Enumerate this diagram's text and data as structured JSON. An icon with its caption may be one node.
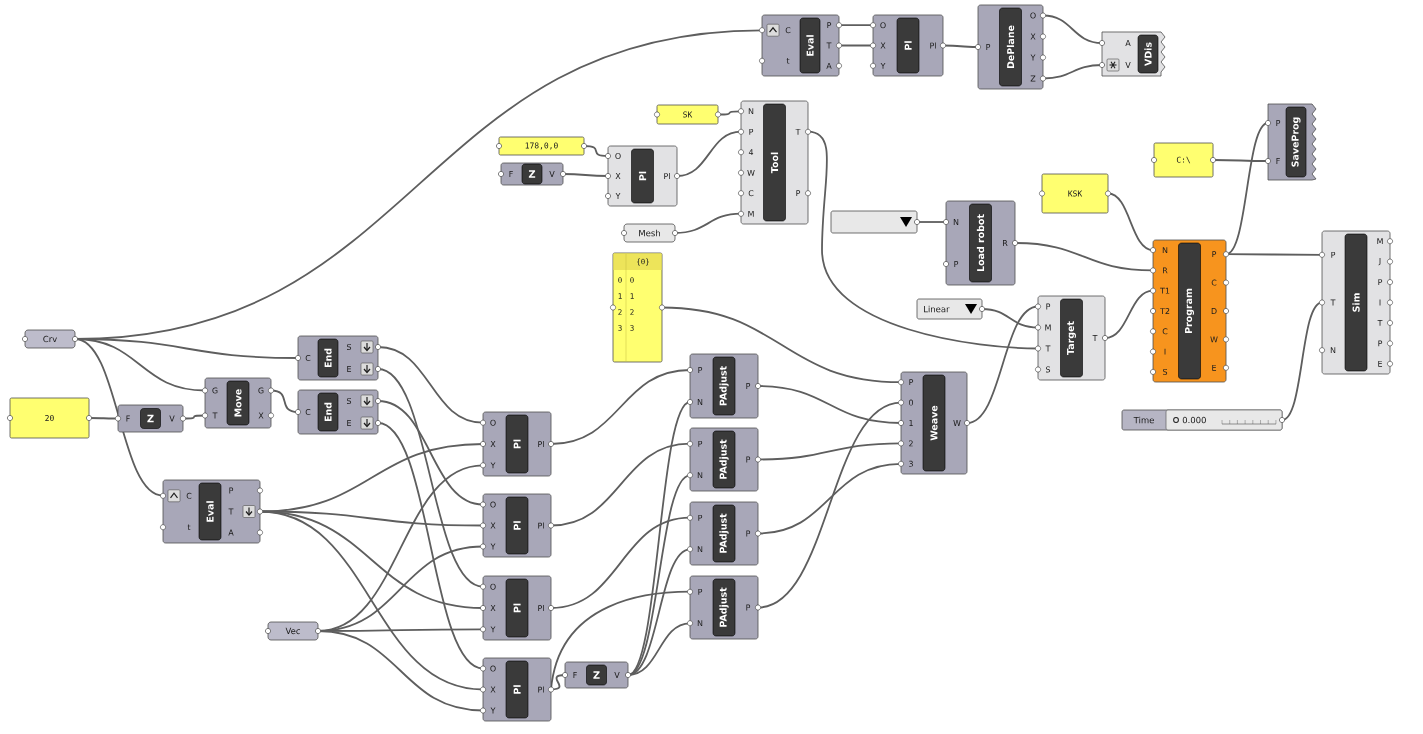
{
  "diagram": {
    "nodes": [
      {
        "text": [
          "Crv"
        ]
      },
      {
        "text": [
          "20"
        ]
      },
      {
        "text": [
          "F",
          "Z",
          "V"
        ]
      },
      {
        "text": [
          "Move",
          "G",
          "T",
          "G",
          "X"
        ]
      },
      {
        "text": [
          "End",
          "C",
          "S",
          "E"
        ]
      },
      {
        "text": [
          "End",
          "C",
          "S",
          "E"
        ]
      },
      {
        "text": [
          "Eval",
          "C",
          "t",
          "P",
          "T",
          "A"
        ]
      },
      {
        "text": [
          "Vec"
        ]
      },
      {
        "text": [
          "Pl",
          "O",
          "X",
          "Y",
          "Pl"
        ]
      },
      {
        "text": [
          "Pl",
          "O",
          "X",
          "Y",
          "Pl"
        ]
      },
      {
        "text": [
          "Pl",
          "O",
          "X",
          "Y",
          "Pl"
        ]
      },
      {
        "text": [
          "Pl",
          "O",
          "X",
          "Y",
          "Pl"
        ]
      },
      {
        "text": [
          "F",
          "Z",
          "V"
        ]
      },
      {
        "text": [
          "PAdjust",
          "P",
          "N",
          "P"
        ]
      },
      {
        "text": [
          "PAdjust",
          "P",
          "N",
          "P"
        ]
      },
      {
        "text": [
          "PAdjust",
          "P",
          "N",
          "P"
        ]
      },
      {
        "text": [
          "PAdjust",
          "P",
          "N",
          "P"
        ]
      },
      {
        "text": [
          "Weave",
          "P",
          "0",
          "1",
          "2",
          "3",
          "W"
        ]
      },
      {
        "text": [
          "{0}",
          "0",
          "0",
          "1",
          "1",
          "2",
          "2",
          "3",
          "3"
        ]
      },
      {
        "text": [
          "Eval",
          "C",
          "t",
          "P",
          "T",
          "A"
        ]
      },
      {
        "text": [
          "Pl",
          "O",
          "X",
          "Y",
          "Pl"
        ]
      },
      {
        "text": [
          "DePlane",
          "P",
          "O",
          "X",
          "Y",
          "Z"
        ]
      },
      {
        "text": [
          "VDis",
          "A",
          "V"
        ]
      },
      {
        "text": [
          "SK"
        ]
      },
      {
        "text": [
          "178,0,0"
        ]
      },
      {
        "text": [
          "F",
          "Z",
          "V"
        ]
      },
      {
        "text": [
          "Pl",
          "O",
          "X",
          "Y",
          "Pl"
        ]
      },
      {
        "text": [
          "Tool",
          "N",
          "P",
          "4",
          "W",
          "C",
          "M",
          "T",
          "P"
        ]
      },
      {
        "text": [
          "Mesh"
        ]
      },
      {
        "text": [],
        "shape": "box"
      },
      {
        "text": [
          "Load robot",
          "N",
          "P",
          "R"
        ]
      },
      {
        "text": [
          "Linear"
        ]
      },
      {
        "text": [
          "Target",
          "P",
          "M",
          "T",
          "S",
          "T"
        ]
      },
      {
        "text": [
          "KSK"
        ]
      },
      {
        "text": [
          "C:\\"
        ]
      },
      {
        "text": [
          "SaveProg",
          "P",
          "F"
        ]
      },
      {
        "text": [
          "Program",
          "N",
          "R",
          "T1",
          "T2",
          "C",
          "I",
          "S",
          "P",
          "C",
          "D",
          "W",
          "E"
        ]
      },
      {
        "text": [
          "Sim",
          "P",
          "T",
          "N",
          "M",
          "J",
          "P",
          "I",
          "T",
          "P",
          "E"
        ]
      },
      {
        "text": [
          "Time",
          "0.000"
        ]
      }
    ],
    "edges": [
      {
        "from": 0,
        "to": 19,
        "arrow": "none"
      },
      {
        "from": 0,
        "to": 4,
        "arrow": "none"
      },
      {
        "from": 0,
        "to": 3,
        "arrow": "none"
      },
      {
        "from": 0,
        "to": 6,
        "arrow": "none"
      },
      {
        "from": 1,
        "to": 2,
        "arrow": "none"
      },
      {
        "from": 2,
        "to": 3,
        "arrow": "none"
      },
      {
        "from": 3,
        "to": 5,
        "arrow": "none"
      },
      {
        "from": 4,
        "to": 8,
        "arrow": "none"
      },
      {
        "from": 4,
        "to": 10,
        "arrow": "none"
      },
      {
        "from": 5,
        "to": 9,
        "arrow": "none"
      },
      {
        "from": 5,
        "to": 11,
        "arrow": "none"
      },
      {
        "from": 6,
        "to": 8,
        "arrow": "none"
      },
      {
        "from": 6,
        "to": 9,
        "arrow": "none"
      },
      {
        "from": 6,
        "to": 10,
        "arrow": "none"
      },
      {
        "from": 6,
        "to": 11,
        "arrow": "none"
      },
      {
        "from": 7,
        "to": 8,
        "arrow": "none"
      },
      {
        "from": 7,
        "to": 9,
        "arrow": "none"
      },
      {
        "from": 7,
        "to": 10,
        "arrow": "none"
      },
      {
        "from": 7,
        "to": 11,
        "arrow": "none"
      },
      {
        "from": 8,
        "to": 13,
        "arrow": "none"
      },
      {
        "from": 9,
        "to": 14,
        "arrow": "none"
      },
      {
        "from": 10,
        "to": 15,
        "arrow": "none"
      },
      {
        "from": 11,
        "to": 12,
        "arrow": "none"
      },
      {
        "from": 11,
        "to": 16,
        "arrow": "none"
      },
      {
        "from": 12,
        "to": 13,
        "arrow": "none"
      },
      {
        "from": 12,
        "to": 14,
        "arrow": "none"
      },
      {
        "from": 12,
        "to": 15,
        "arrow": "none"
      },
      {
        "from": 12,
        "to": 16,
        "arrow": "none"
      },
      {
        "from": 13,
        "to": 17,
        "arrow": "none"
      },
      {
        "from": 14,
        "to": 17,
        "arrow": "none"
      },
      {
        "from": 15,
        "to": 17,
        "arrow": "none"
      },
      {
        "from": 16,
        "to": 17,
        "arrow": "none"
      },
      {
        "from": 18,
        "to": 17,
        "arrow": "none"
      },
      {
        "from": 17,
        "to": 32,
        "arrow": "none"
      },
      {
        "from": 31,
        "to": 32,
        "arrow": "none"
      },
      {
        "from": 27,
        "to": 32,
        "arrow": "none"
      },
      {
        "from": 19,
        "to": 20,
        "arrow": "none"
      },
      {
        "from": 19,
        "to": 20,
        "arrow": "none"
      },
      {
        "from": 20,
        "to": 21,
        "arrow": "none"
      },
      {
        "from": 21,
        "to": 22,
        "arrow": "none"
      },
      {
        "from": 21,
        "to": 22,
        "arrow": "none"
      },
      {
        "from": 23,
        "to": 27,
        "arrow": "none"
      },
      {
        "from": 24,
        "to": 26,
        "arrow": "none"
      },
      {
        "from": 25,
        "to": 26,
        "arrow": "none"
      },
      {
        "from": 26,
        "to": 27,
        "arrow": "none"
      },
      {
        "from": 28,
        "to": 27,
        "arrow": "none"
      },
      {
        "from": 29,
        "to": 30,
        "arrow": "none"
      },
      {
        "from": 30,
        "to": 36,
        "arrow": "none"
      },
      {
        "from": 33,
        "to": 36,
        "arrow": "none"
      },
      {
        "from": 32,
        "to": 36,
        "arrow": "none"
      },
      {
        "from": 36,
        "to": 35,
        "arrow": "none"
      },
      {
        "from": 34,
        "to": 35,
        "arrow": "none"
      },
      {
        "from": 36,
        "to": 37,
        "arrow": "none"
      },
      {
        "from": 38,
        "to": 37,
        "arrow": "none"
      }
    ]
  }
}
